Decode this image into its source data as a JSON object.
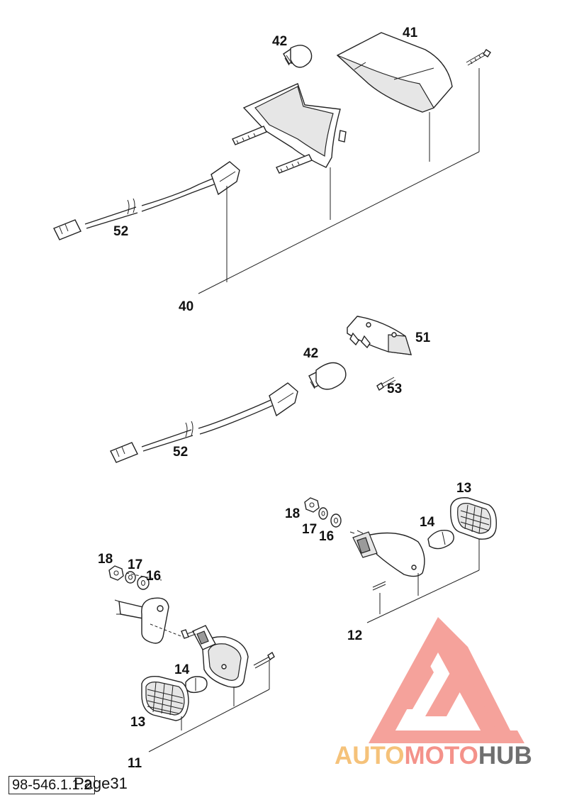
{
  "labels": {
    "l42a": "42",
    "l41": "41",
    "l52a": "52",
    "l40": "40",
    "l51": "51",
    "l42b": "42",
    "l53": "53",
    "l52b": "52",
    "l13a": "13",
    "l18a": "18",
    "l14a": "14",
    "l17a": "17",
    "l16a": "16",
    "l12": "12",
    "l18b": "18",
    "l17b": "17",
    "l16b": "16",
    "l14b": "14",
    "l13b": "13",
    "l11": "11"
  },
  "footer": {
    "doc_number": "98-546.1.1.2",
    "page": "Page31"
  },
  "watermark": {
    "part1": "AUTO",
    "part2": "MOTO",
    "part3": "HUB"
  },
  "colors": {
    "watermark_red": "#f4928a",
    "watermark_orange": "#f5c27a",
    "watermark_grey": "#6f6f6f"
  }
}
